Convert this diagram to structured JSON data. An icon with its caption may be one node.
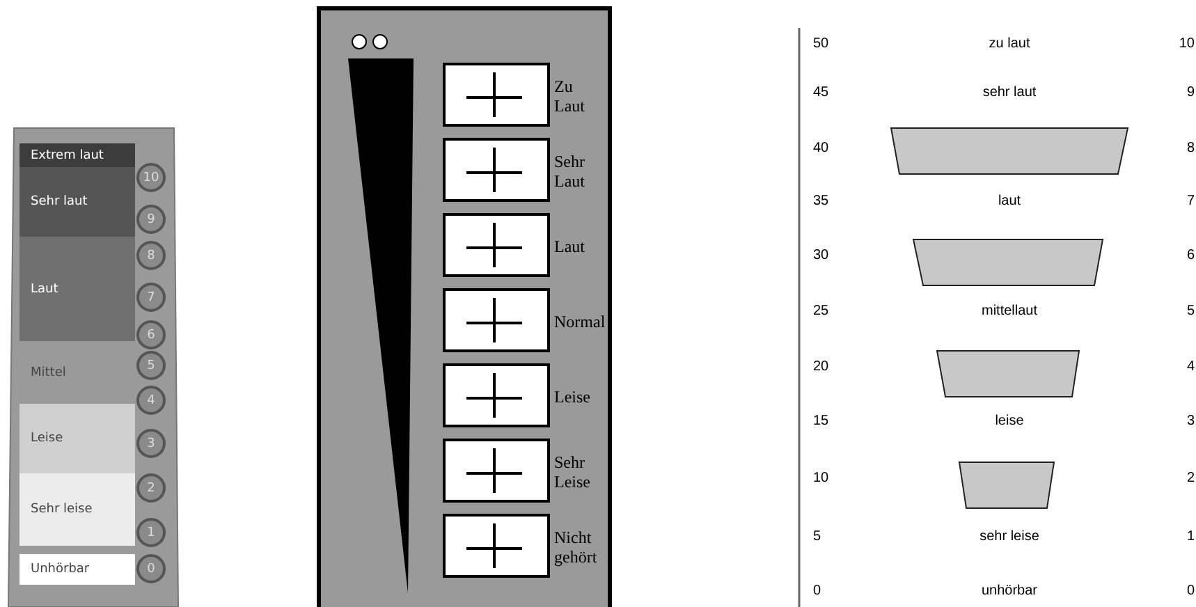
{
  "diagram": {
    "nodes": [
      {
        "text": [
          "Extrem laut"
        ]
      },
      {
        "text": [
          "Sehr laut"
        ]
      },
      {
        "text": [
          "Laut"
        ]
      },
      {
        "text": [
          "Mittel"
        ]
      },
      {
        "text": [
          "Leise"
        ]
      },
      {
        "text": [
          "Sehr leise"
        ]
      },
      {
        "text": [
          "Unhörbar"
        ]
      },
      {
        "text": [
          "10"
        ]
      },
      {
        "text": [
          "9"
        ]
      },
      {
        "text": [
          "8"
        ]
      },
      {
        "text": [
          "7"
        ]
      },
      {
        "text": [
          "6"
        ]
      },
      {
        "text": [
          "5"
        ]
      },
      {
        "text": [
          "4"
        ]
      },
      {
        "text": [
          "3"
        ]
      },
      {
        "text": [
          "2"
        ]
      },
      {
        "text": [
          "1"
        ]
      },
      {
        "text": [
          "0"
        ]
      },
      {
        "text": [],
        "shape": "box",
        "beside": [
          "Zu Laut"
        ]
      },
      {
        "text": [],
        "shape": "box",
        "beside": [
          "Sehr Laut"
        ]
      },
      {
        "text": [],
        "shape": "box",
        "beside": [
          "Laut"
        ]
      },
      {
        "text": [],
        "shape": "box",
        "beside": [
          "Normal"
        ]
      },
      {
        "text": [],
        "shape": "box",
        "beside": [
          "Leise"
        ]
      },
      {
        "text": [],
        "shape": "box",
        "beside": [
          "Sehr Leise"
        ]
      },
      {
        "text": [],
        "shape": "box",
        "beside": [
          "Nicht gehört"
        ]
      },
      {
        "text": [],
        "shape": "bar"
      },
      {
        "text": [],
        "shape": "bar"
      },
      {
        "text": [],
        "shape": "bar"
      },
      {
        "text": [],
        "shape": "bar"
      }
    ],
    "labels": [
      "50",
      "zu laut",
      "10",
      "45",
      "sehr laut",
      "9",
      "40",
      "8",
      "35",
      "laut",
      "7",
      "30",
      "6",
      "25",
      "mittellaut",
      "5",
      "20",
      "4",
      "15",
      "leise",
      "3",
      "10",
      "2",
      "5",
      "sehr leise",
      "1",
      "0",
      "unhörbar",
      "0"
    ]
  }
}
